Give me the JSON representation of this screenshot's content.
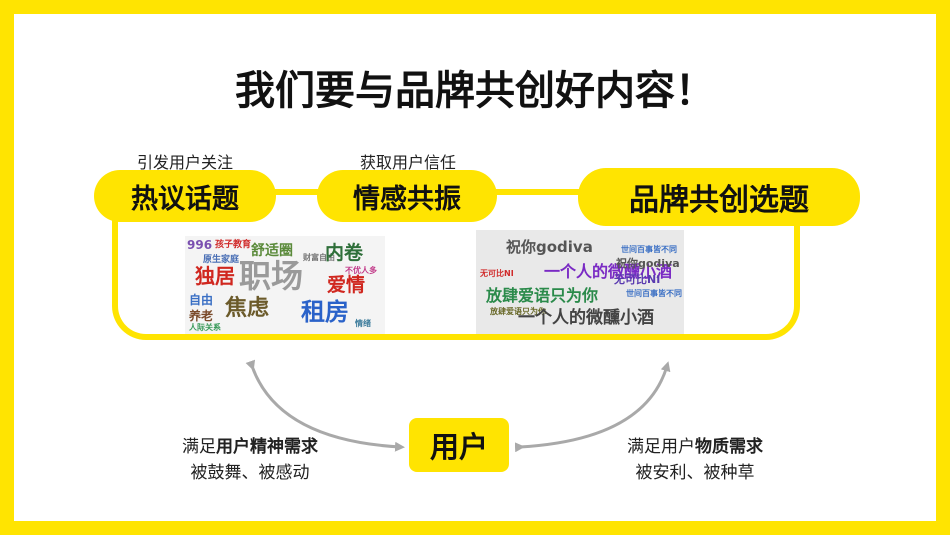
{
  "title": "我们要与品牌共创好内容！",
  "steps": [
    {
      "caption": "引发用户关注",
      "label": "热议话题"
    },
    {
      "caption": "获取用户信任",
      "label": "情感共振"
    },
    {
      "label": "品牌共创选题"
    }
  ],
  "user_label": "用户",
  "left_note": {
    "prefix": "满足",
    "emph": "用户精神需求",
    "line2": "被鼓舞、被感动"
  },
  "right_note": {
    "prefix": "满足用户",
    "emph": "物质需求",
    "line2": "被安利、被种草"
  },
  "cloud_left": [
    "996",
    "孩子教育",
    "舒适圈",
    "原生家庭",
    "财富自由",
    "内卷",
    "独居",
    "职场",
    "不优人多",
    "爱情",
    "自由",
    "焦虑",
    "租房",
    "养老",
    "人际关系",
    "情绪"
  ],
  "cloud_right": [
    "祝你godiva",
    "世间百事皆不同",
    "无可比NI",
    "一个人的微醺小酒",
    "祝你godiva",
    "无可比NI",
    "世间百事皆不同",
    "放肆爱语只为你",
    "放肆爱语只为你",
    "一个人的微醺小酒"
  ],
  "colors": {
    "accent": "#ffe401",
    "arrow": "#a9a9a9"
  }
}
